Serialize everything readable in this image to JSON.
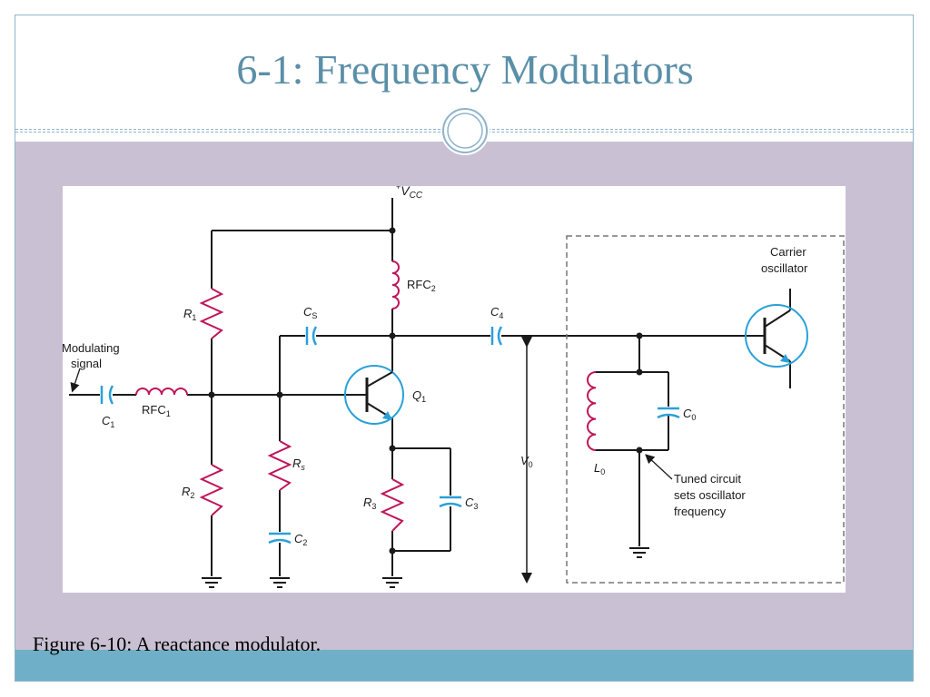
{
  "slide": {
    "title": "6-1: Frequency Modulators",
    "caption": "Figure 6-10: A reactance modulator."
  },
  "colors": {
    "title": "#5a8fa8",
    "content_band": "#c9c1d3",
    "footer_bar": "#6fb0c8",
    "capacitor": "#2aa0d8",
    "wire": "#1a1a1a"
  },
  "diagram": {
    "supply_plus": "+",
    "supply_v": "V",
    "supply_sub": "CC",
    "input_line1": "Modulating",
    "input_line2": "signal",
    "c1_main": "C",
    "c1_sub": "1",
    "rfc1_main": "RFC",
    "rfc1_sub": "1",
    "r1_main": "R",
    "r1_sub": "1",
    "r2_main": "R",
    "r2_sub": "2",
    "cs_main": "C",
    "cs_sub": "S",
    "rs_main": "R",
    "rs_sub": "s",
    "c2_main": "C",
    "c2_sub": "2",
    "rfc2_main": "RFC",
    "rfc2_sub": "2",
    "q1_main": "Q",
    "q1_sub": "1",
    "r3_main": "R",
    "r3_sub": "3",
    "c3_main": "C",
    "c3_sub": "3",
    "c4_main": "C",
    "c4_sub": "4",
    "v0_main": "V",
    "v0_sub": "0",
    "l0_main": "L",
    "l0_sub": "0",
    "c0_main": "C",
    "c0_sub": "0",
    "carrier_line1": "Carrier",
    "carrier_line2": "oscillator",
    "tuned_line1": "Tuned circuit",
    "tuned_line2": "sets oscillator",
    "tuned_line3": "frequency"
  }
}
